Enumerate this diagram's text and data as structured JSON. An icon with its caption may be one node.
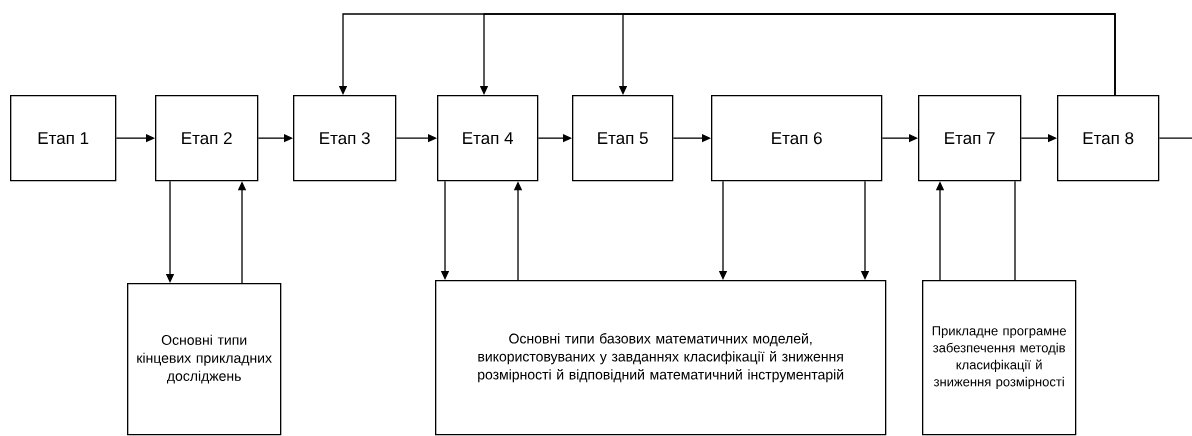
{
  "diagram": {
    "nodes": [
      {
        "text": [
          "Етап 1"
        ]
      },
      {
        "text": [
          "Етап 2"
        ]
      },
      {
        "text": [
          "Етап 3"
        ]
      },
      {
        "text": [
          "Етап 4"
        ]
      },
      {
        "text": [
          "Етап 5"
        ]
      },
      {
        "text": [
          "Етап 6"
        ]
      },
      {
        "text": [
          "Етап 7"
        ]
      },
      {
        "text": [
          "Етап 8"
        ]
      },
      {
        "text": [
          "Основні типи кінцевих прикладних досліджень"
        ]
      },
      {
        "text": [
          "Основні типи базових математичних моделей, використовуваних у завданнях класифікації й зниження розмірності й відповідний математичний інструментарій"
        ]
      },
      {
        "text": [
          "Прикладне програмне забезпечення методів класифікації й зниження розмірності"
        ]
      }
    ],
    "edges": [
      {
        "from": 0,
        "to": 1,
        "arrow": "to"
      },
      {
        "from": 1,
        "to": 2,
        "arrow": "to"
      },
      {
        "from": 2,
        "to": 3,
        "arrow": "to"
      },
      {
        "from": 3,
        "to": 4,
        "arrow": "to"
      },
      {
        "from": 4,
        "to": 5,
        "arrow": "to"
      },
      {
        "from": 5,
        "to": 6,
        "arrow": "to"
      },
      {
        "from": 6,
        "to": 7,
        "arrow": "to"
      },
      {
        "from": 7,
        "to": null,
        "arrow": "none"
      },
      {
        "from": 7,
        "to": 2,
        "arrow": "to"
      },
      {
        "from": 7,
        "to": 3,
        "arrow": "to"
      },
      {
        "from": 7,
        "to": 4,
        "arrow": "to"
      },
      {
        "from": 1,
        "to": 8,
        "arrow": "to"
      },
      {
        "from": 8,
        "to": 1,
        "arrow": "to"
      },
      {
        "from": 3,
        "to": 9,
        "arrow": "to"
      },
      {
        "from": 9,
        "to": 3,
        "arrow": "to"
      },
      {
        "from": 5,
        "to": 9,
        "arrow": "to"
      },
      {
        "from": 5,
        "to": 9,
        "arrow": "to"
      },
      {
        "from": 10,
        "to": 6,
        "arrow": "to"
      },
      {
        "from": 6,
        "to": 10,
        "arrow": "none"
      }
    ]
  }
}
